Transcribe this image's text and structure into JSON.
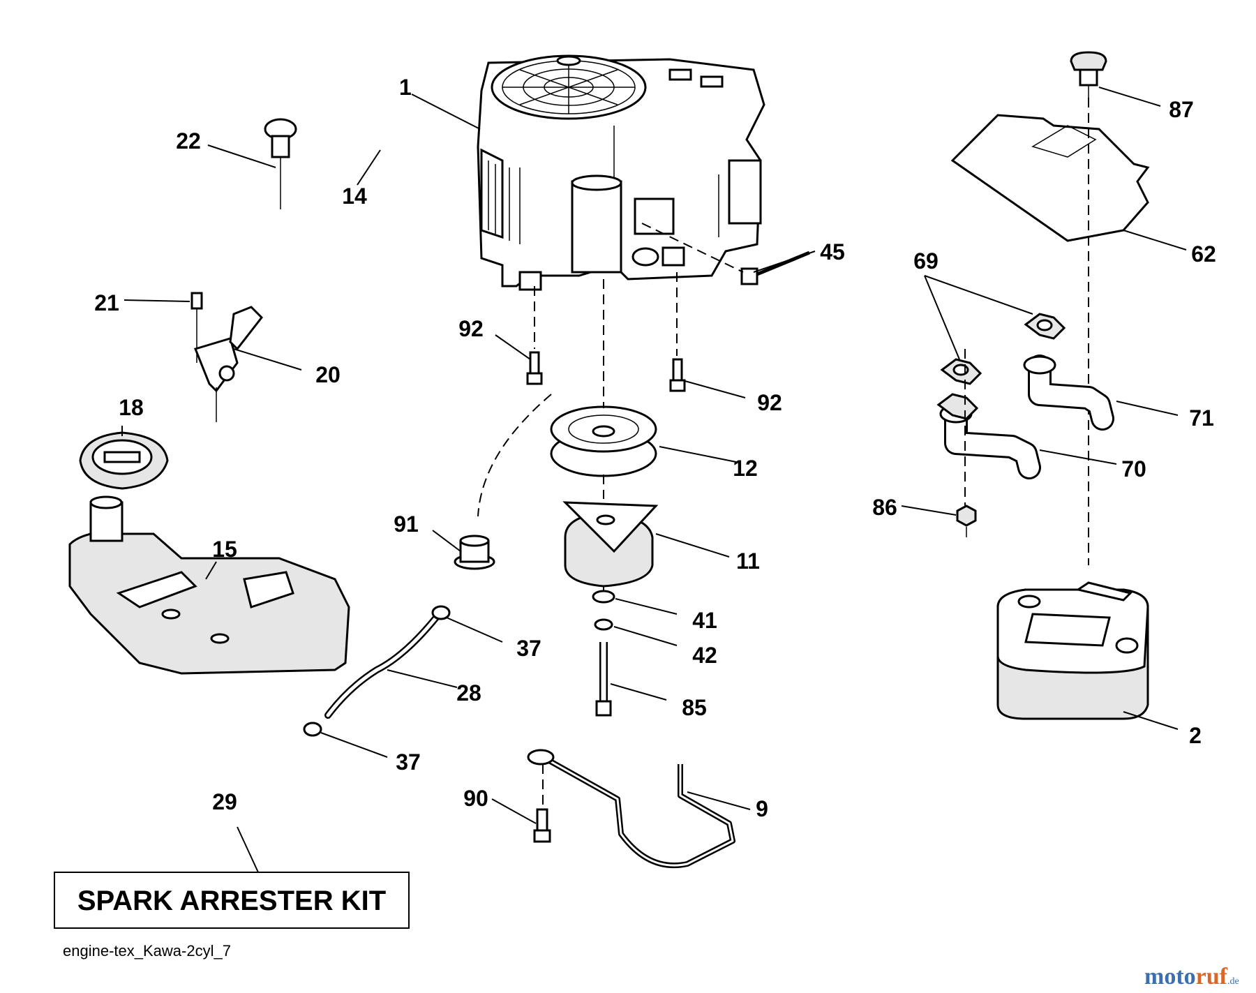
{
  "diagram": {
    "callouts": [
      "1",
      "22",
      "14",
      "21",
      "20",
      "18",
      "15",
      "92",
      "92",
      "45",
      "12",
      "91",
      "11",
      "41",
      "42",
      "85",
      "37",
      "28",
      "37",
      "29",
      "90",
      "9",
      "87",
      "62",
      "69",
      "71",
      "70",
      "86",
      "2"
    ],
    "kit_label": "SPARK ARRESTER KIT",
    "file_label": "engine-tex_Kawa-2cyl_7"
  },
  "watermark": {
    "part1": "moto",
    "part2": "ruf",
    "suffix": ".de"
  }
}
